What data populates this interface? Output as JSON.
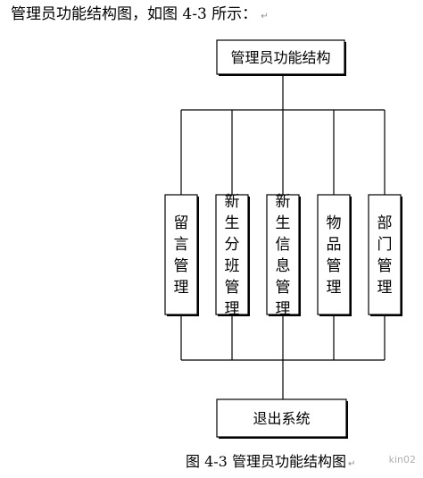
{
  "intro": {
    "text": "管理员功能结构图，如图 4-3 所示：",
    "mark": "↵"
  },
  "diagram": {
    "root": "管理员功能结构",
    "modules": [
      "留言管理",
      "新生分班管理",
      "新生信息管理",
      "物品管理",
      "部门管理"
    ],
    "bottom": "退出系统"
  },
  "caption": {
    "text": "图 4-3  管理员功能结构图",
    "mark": "↵"
  },
  "watermark": {
    "text": "kin02"
  }
}
